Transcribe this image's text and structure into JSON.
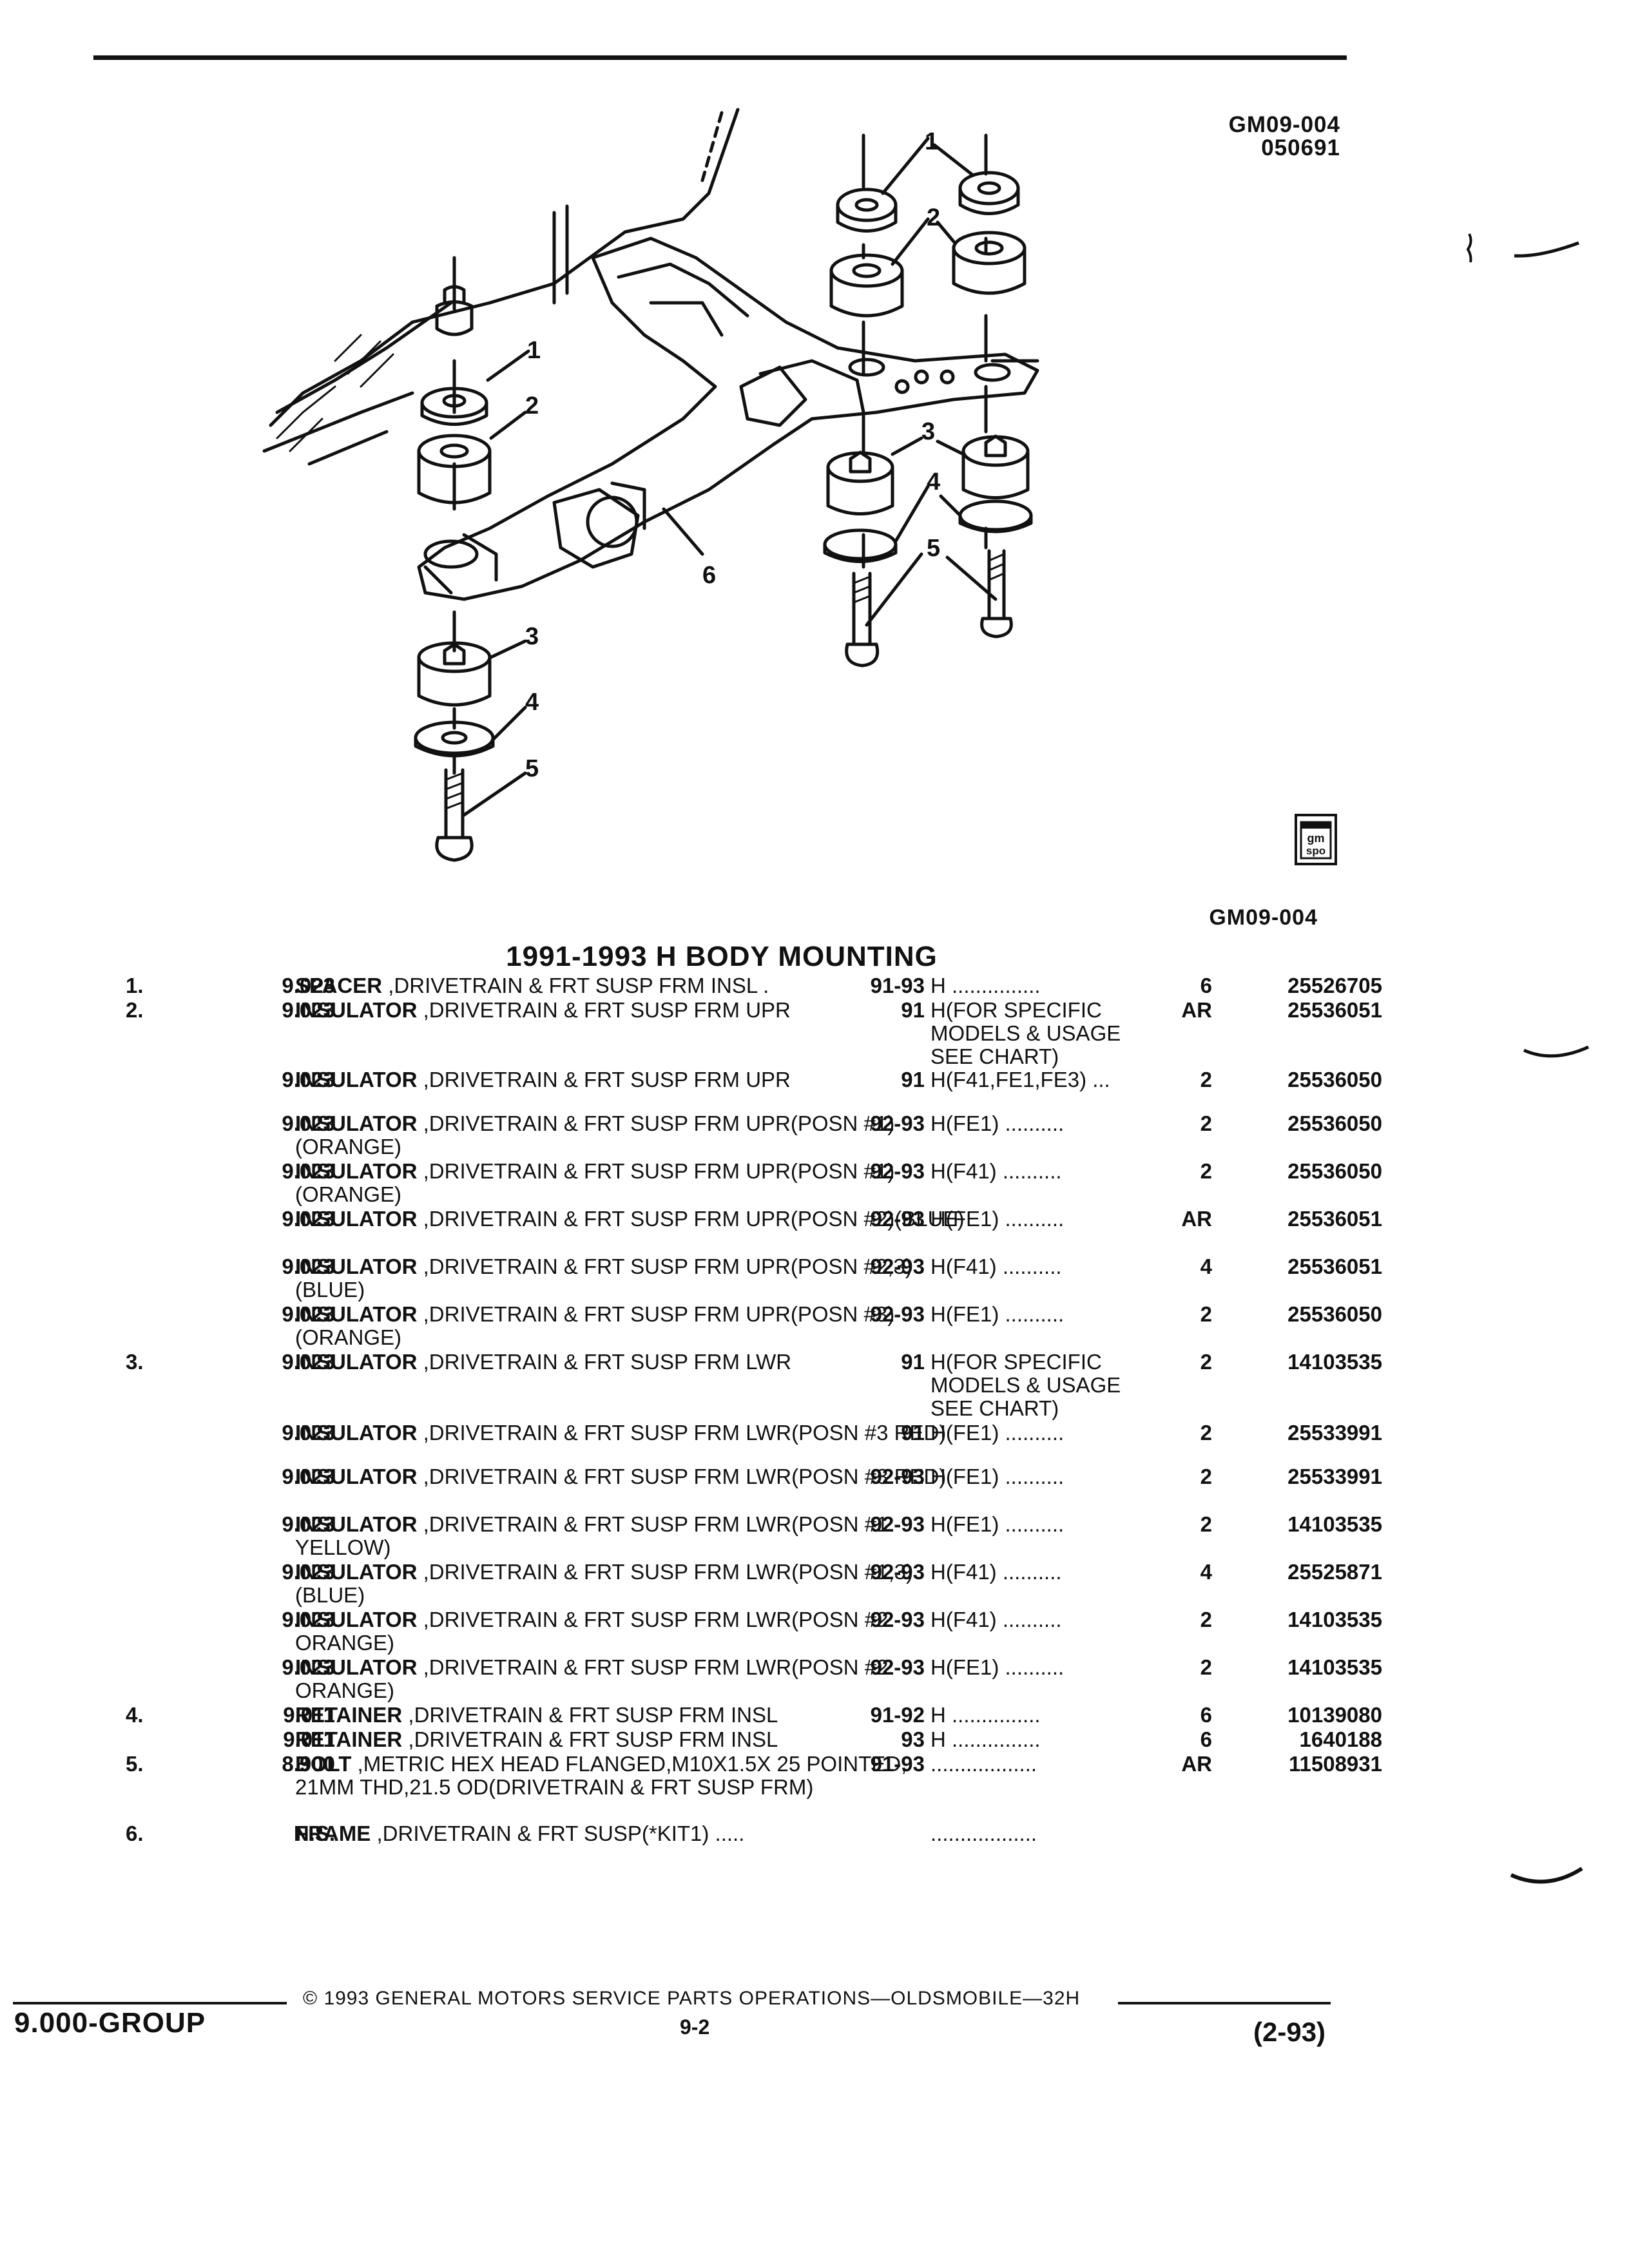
{
  "header": {
    "diagram_code": "GM09-004",
    "diagram_date": "050691"
  },
  "figure": {
    "callouts": [
      "1",
      "2",
      "3",
      "4",
      "5",
      "6"
    ],
    "icon": "gm-spo-logo-icon",
    "icon_text": "gm spo",
    "figure_code": "GM09-004"
  },
  "section_title": "1991-1993 H BODY MOUNTING",
  "parts": [
    {
      "ref": "1.",
      "group": "9.023",
      "name": "SPACER",
      "desc": ",DRIVETRAIN & FRT SUSP FRM INSL  .",
      "years": "91-93",
      "body": "H ...............",
      "qty": "6",
      "part_no": "25526705"
    },
    {
      "ref": "2.",
      "group": "9.023",
      "name": "INSULATOR",
      "desc": ",DRIVETRAIN & FRT SUSP FRM UPR",
      "years": "91",
      "body": "H(FOR SPECIFIC\nMODELS & USAGE\nSEE CHART)",
      "qty": "AR",
      "part_no": "25536051"
    },
    {
      "ref": "",
      "group": "9.023",
      "name": "INSULATOR",
      "desc": ",DRIVETRAIN & FRT SUSP FRM UPR",
      "years": "91",
      "body": "H(F41,FE1,FE3) ...",
      "qty": "2",
      "part_no": "25536050"
    },
    {
      "ref": "",
      "group": "9.023",
      "name": "INSULATOR",
      "desc": ",DRIVETRAIN & FRT SUSP FRM UPR(POSN #1)(ORANGE)",
      "years": "92-93",
      "body": "H(FE1)  ..........",
      "qty": "2",
      "part_no": "25536050"
    },
    {
      "ref": "",
      "group": "9.023",
      "name": "INSULATOR",
      "desc": ",DRIVETRAIN & FRT SUSP FRM UPR(POSN #1)(ORANGE)",
      "years": "92-93",
      "body": "H(F41)  ..........",
      "qty": "2",
      "part_no": "25536050"
    },
    {
      "ref": "",
      "group": "9.023",
      "name": "INSULATOR",
      "desc": ",DRIVETRAIN & FRT SUSP FRM UPR(POSN #2)(BLUE)",
      "years": "92-93",
      "body": "H(FE1)  ..........",
      "qty": "AR",
      "part_no": "25536051"
    },
    {
      "ref": "",
      "group": "9.023",
      "name": "INSULATOR",
      "desc": ",DRIVETRAIN & FRT SUSP FRM UPR(POSN #2,3)(BLUE)",
      "years": "92-93",
      "body": "H(F41)  ..........",
      "qty": "4",
      "part_no": "25536051"
    },
    {
      "ref": "",
      "group": "9.023",
      "name": "INSULATOR",
      "desc": ",DRIVETRAIN & FRT SUSP FRM UPR(POSN #3)(ORANGE)",
      "years": "92-93",
      "body": "H(FE1)  ..........",
      "qty": "2",
      "part_no": "25536050"
    },
    {
      "ref": "3.",
      "group": "9.023",
      "name": "INSULATOR",
      "desc": ",DRIVETRAIN & FRT SUSP FRM LWR",
      "years": "91",
      "body": "H(FOR SPECIFIC\nMODELS & USAGE\nSEE CHART)",
      "qty": "2",
      "part_no": "14103535"
    },
    {
      "ref": "",
      "group": "9.023",
      "name": "INSULATOR",
      "desc": ",DRIVETRAIN & FRT SUSP FRM LWR(POSN #3 RED)",
      "years": "91",
      "body": "H(FE1)  ..........",
      "qty": "2",
      "part_no": "25533991"
    },
    {
      "ref": "",
      "group": "9.023",
      "name": "INSULATOR",
      "desc": ",DRIVETRAIN & FRT SUSP FRM LWR(POSN #3 RED)",
      "years": "92-93",
      "body": "H(FE1)  ..........",
      "qty": "2",
      "part_no": "25533991"
    },
    {
      "ref": "",
      "group": "9.023",
      "name": "INSULATOR",
      "desc": ",DRIVETRAIN & FRT SUSP FRM LWR(POSN #1 YELLOW)",
      "years": "92-93",
      "body": "H(FE1)  ..........",
      "qty": "2",
      "part_no": "14103535"
    },
    {
      "ref": "",
      "group": "9.023",
      "name": "INSULATOR",
      "desc": ",DRIVETRAIN & FRT SUSP FRM LWR(POSN #1,3)(BLUE)",
      "years": "92-93",
      "body": "H(F41)  ..........",
      "qty": "4",
      "part_no": "25525871"
    },
    {
      "ref": "",
      "group": "9.023",
      "name": "INSULATOR",
      "desc": ",DRIVETRAIN & FRT SUSP FRM LWR(POSN #2 ORANGE)",
      "years": "92-93",
      "body": "H(F41)  ..........",
      "qty": "2",
      "part_no": "14103535"
    },
    {
      "ref": "",
      "group": "9.023",
      "name": "INSULATOR",
      "desc": ",DRIVETRAIN & FRT SUSP FRM LWR(POSN #2 ORANGE)",
      "years": "92-93",
      "body": "H(FE1)  ..........",
      "qty": "2",
      "part_no": "14103535"
    },
    {
      "ref": "4.",
      "group": "9.011",
      "name": "RETAINER",
      "desc": ",DRIVETRAIN & FRT SUSP FRM INSL",
      "years": "91-92",
      "body": "H ...............",
      "qty": "6",
      "part_no": "10139080"
    },
    {
      "ref": "",
      "group": "9.011",
      "name": "RETAINER",
      "desc": ",DRIVETRAIN & FRT SUSP FRM INSL",
      "years": "93",
      "body": "H ...............",
      "qty": "6",
      "part_no": "1640188"
    },
    {
      "ref": "5.",
      "group": "8.900",
      "name": "BOLT",
      "desc": ",METRIC HEX HEAD FLANGED,M10X1.5X 25 POINTED, 21MM THD,21.5 OD(DRIVETRAIN & FRT SUSP FRM)",
      "years": "91-93",
      "body": "..................",
      "qty": "AR",
      "part_no": "11508931"
    },
    {
      "ref": "6.",
      "group": "N.S.",
      "name": "FRAME",
      "desc": ",DRIVETRAIN & FRT SUSP(*KIT1)  .....",
      "years": "",
      "body": "..................",
      "qty": "",
      "part_no": ""
    }
  ],
  "footer": {
    "group": "9.000-GROUP",
    "copyright": "© 1993  GENERAL MOTORS SERVICE PARTS OPERATIONS—OLDSMOBILE—32H",
    "page": "9-2",
    "date": "(2-93)"
  }
}
